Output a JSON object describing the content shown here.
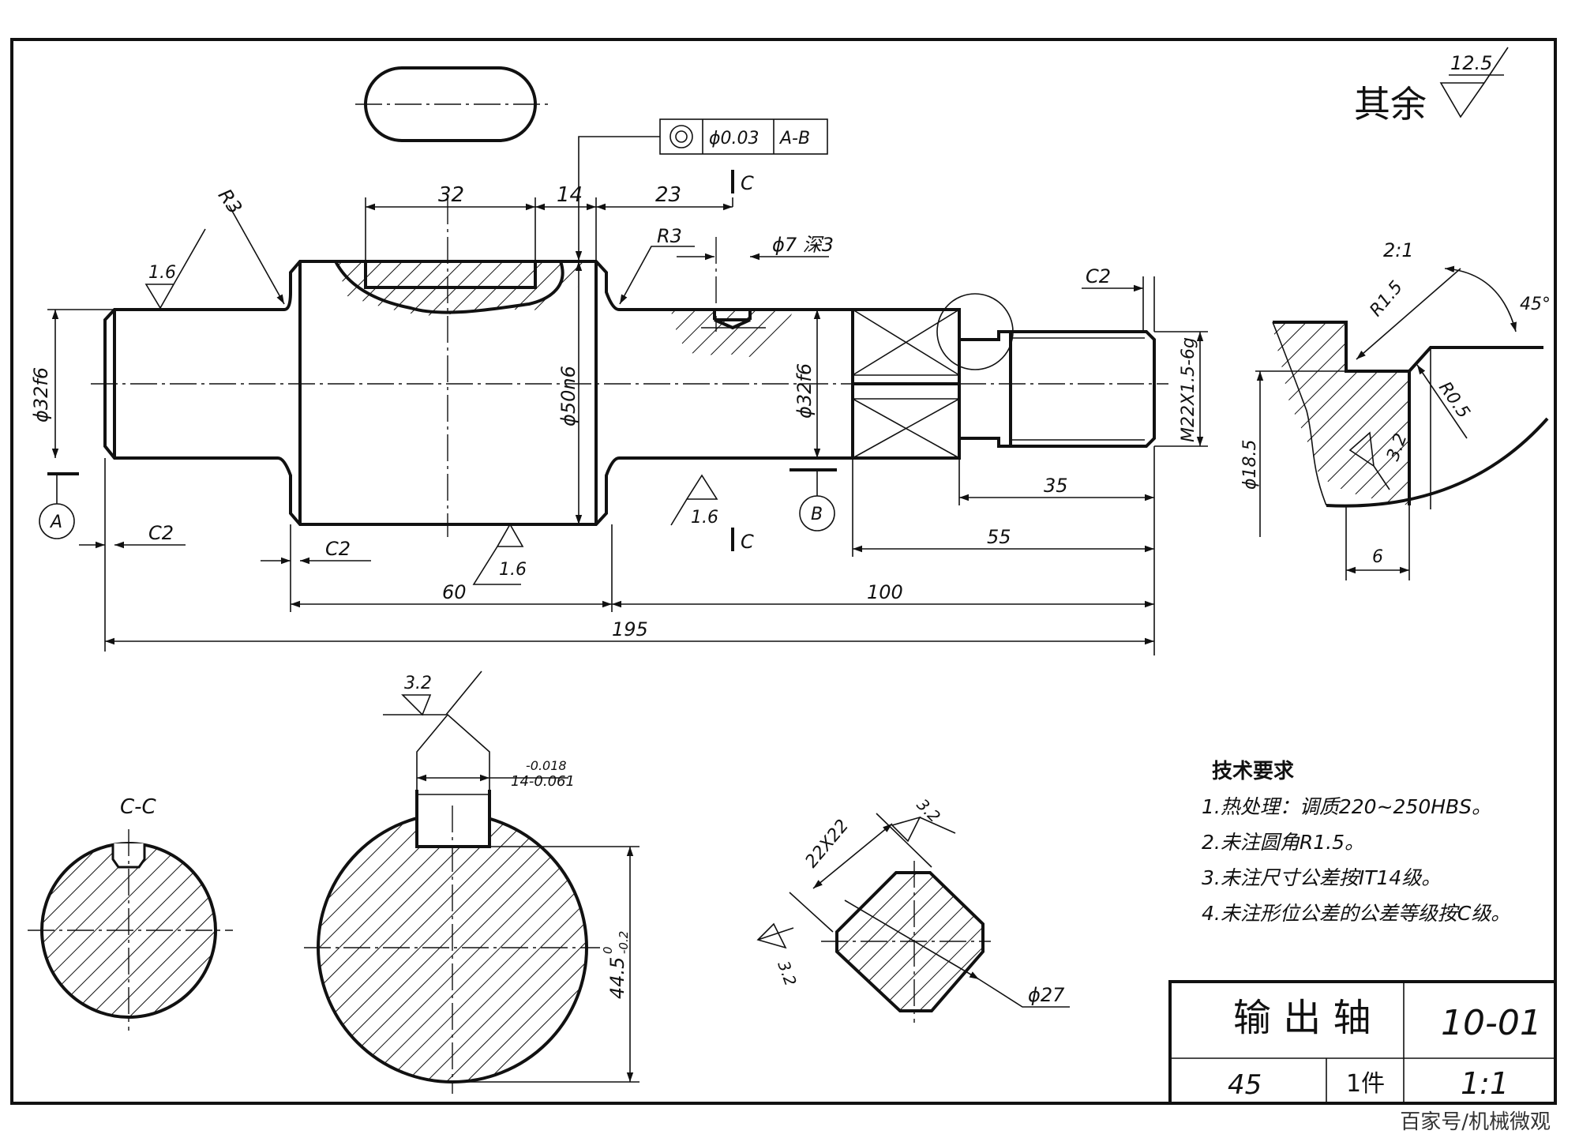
{
  "watermark": "百家号/机械微观",
  "surface_default": {
    "label": "其余",
    "roughness": "12.5"
  },
  "tolerance_frame": {
    "value": "ϕ0.03",
    "datum": "A-B"
  },
  "dims": {
    "d32": "32",
    "d14": "14",
    "d23": "23",
    "r3a": "R3",
    "r3b": "R3",
    "hole": "ϕ7 深3",
    "rough16a": "1.6",
    "rough16b": "1.6",
    "rough16c": "1.6",
    "phi32a": "ϕ32f6",
    "phi50": "ϕ50n6",
    "phi32b": "ϕ32f6",
    "thread": "M22X1.5-6g",
    "c2a": "C2",
    "c2b": "C2",
    "c2c": "C2",
    "d35": "35",
    "d55": "55",
    "d60": "60",
    "d100": "100",
    "d195": "195",
    "datumA": "A",
    "datumB": "B",
    "secC1": "C",
    "secC2": "C"
  },
  "detail": {
    "scale": "2:1",
    "r15": "R1.5",
    "angle": "45°",
    "r05": "R0.5",
    "phi185": "ϕ18.5",
    "rough32": "3.2",
    "d6": "6"
  },
  "section_cc": {
    "label": "C-C"
  },
  "keyway_section": {
    "rough": "3.2",
    "width_upper": "-0.018",
    "width_lower": "14-0.061",
    "depth": "44.5",
    "depth_tol_upper": "0",
    "depth_tol_lower": "-0.2"
  },
  "square_section": {
    "size": "22X22",
    "rough_a": "3.2",
    "rough_b": "3.2",
    "dia": "ϕ27"
  },
  "tech_requirements": {
    "title": "技术要求",
    "items": [
      "1.热处理：调质220~250HBS。",
      "2.未注圆角R1.5。",
      "3.未注尺寸公差按IT14级。",
      "4.未注形位公差的公差等级按C级。"
    ]
  },
  "title_block": {
    "part_name": "输 出 轴",
    "drawing_no": "10-01",
    "material": "45",
    "quantity": "1件",
    "scale": "1:1"
  }
}
